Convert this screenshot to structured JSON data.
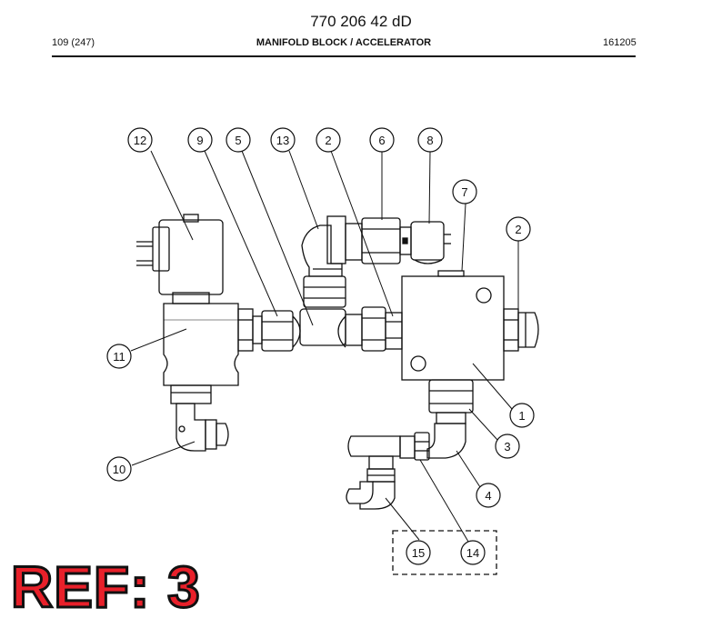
{
  "header": {
    "doc_number": "770 206 42 dD",
    "page": "109 (247)",
    "title": "MANIFOLD BLOCK / ACCELERATOR",
    "code": "161205"
  },
  "callouts": [
    {
      "id": "callout-12",
      "label": "12"
    },
    {
      "id": "callout-9",
      "label": "9"
    },
    {
      "id": "callout-5",
      "label": "5"
    },
    {
      "id": "callout-13",
      "label": "13"
    },
    {
      "id": "callout-2-top",
      "label": "2"
    },
    {
      "id": "callout-6",
      "label": "6"
    },
    {
      "id": "callout-8",
      "label": "8"
    },
    {
      "id": "callout-7",
      "label": "7"
    },
    {
      "id": "callout-2-right",
      "label": "2"
    },
    {
      "id": "callout-11",
      "label": "11"
    },
    {
      "id": "callout-1",
      "label": "1"
    },
    {
      "id": "callout-3",
      "label": "3"
    },
    {
      "id": "callout-4",
      "label": "4"
    },
    {
      "id": "callout-10",
      "label": "10"
    },
    {
      "id": "callout-15",
      "label": "15"
    },
    {
      "id": "callout-14",
      "label": "14"
    }
  ],
  "reference": "REF: 3"
}
